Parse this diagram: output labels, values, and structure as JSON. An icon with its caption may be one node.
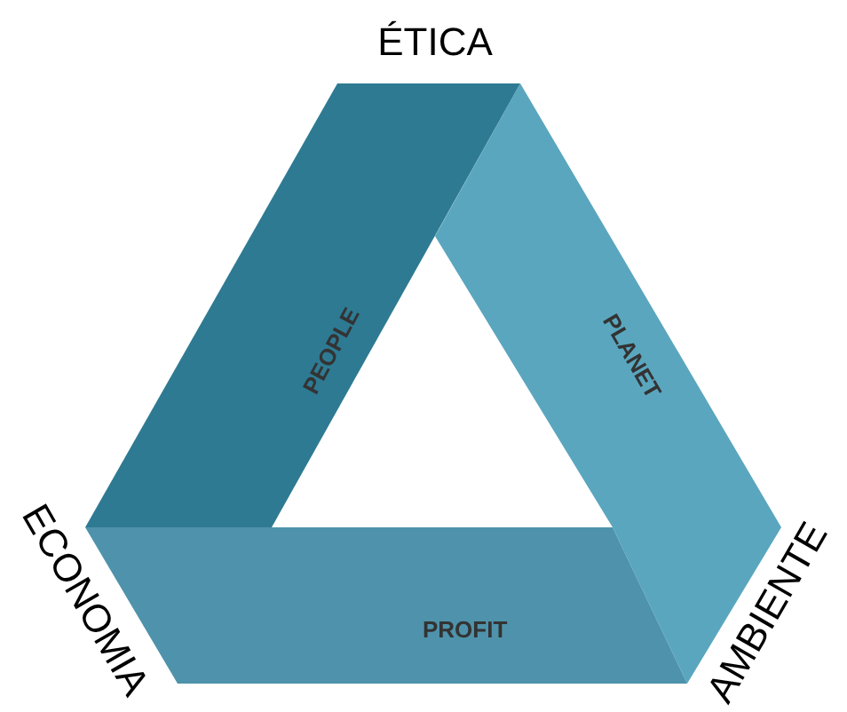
{
  "diagram": {
    "nodes": [
      {
        "text": [
          "PEOPLE"
        ]
      },
      {
        "text": [
          "PLANET"
        ]
      },
      {
        "text": [
          "PROFIT"
        ]
      }
    ],
    "labels": [
      "ÉTICA",
      "ECONOMIA",
      "AMBIENTE"
    ]
  }
}
